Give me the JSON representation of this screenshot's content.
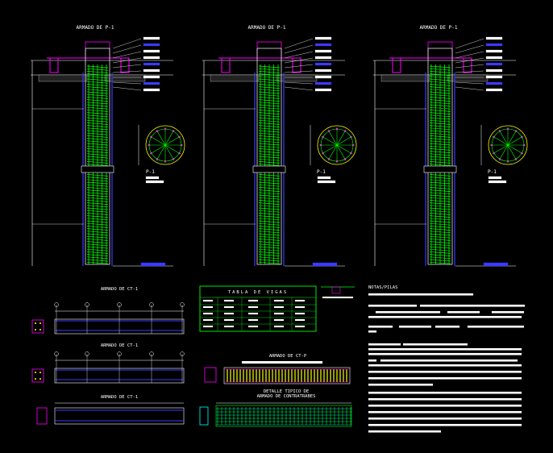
{
  "drawing": {
    "pile_titles": [
      "ARMADO DE P-1",
      "ARMADO DE P-1",
      "ARMADO DE P-1"
    ],
    "section_labels": [
      "P-1",
      "P-1",
      "P-1"
    ],
    "beam_titles": [
      "ARMADO DE CT-1",
      "ARMADO DE CT-1",
      "ARMADO DE CT-1"
    ],
    "table_title": "TABLA DE VIGAS",
    "ctp_title": "ARMADO DE CT-P",
    "detail_title_line1": "DETALLE TIPICO DE",
    "detail_title_line2": "ARMADO DE CONTRATRABES",
    "notes_title": "NOTAS/PILAS"
  },
  "colors": {
    "background": "#000000",
    "rebar": "#00ff00",
    "outline": "#ffffff",
    "dimension": "#ff00ff",
    "section_blue": "#3b3bff",
    "cyan": "#00ffff",
    "yellow": "#ffff00"
  }
}
